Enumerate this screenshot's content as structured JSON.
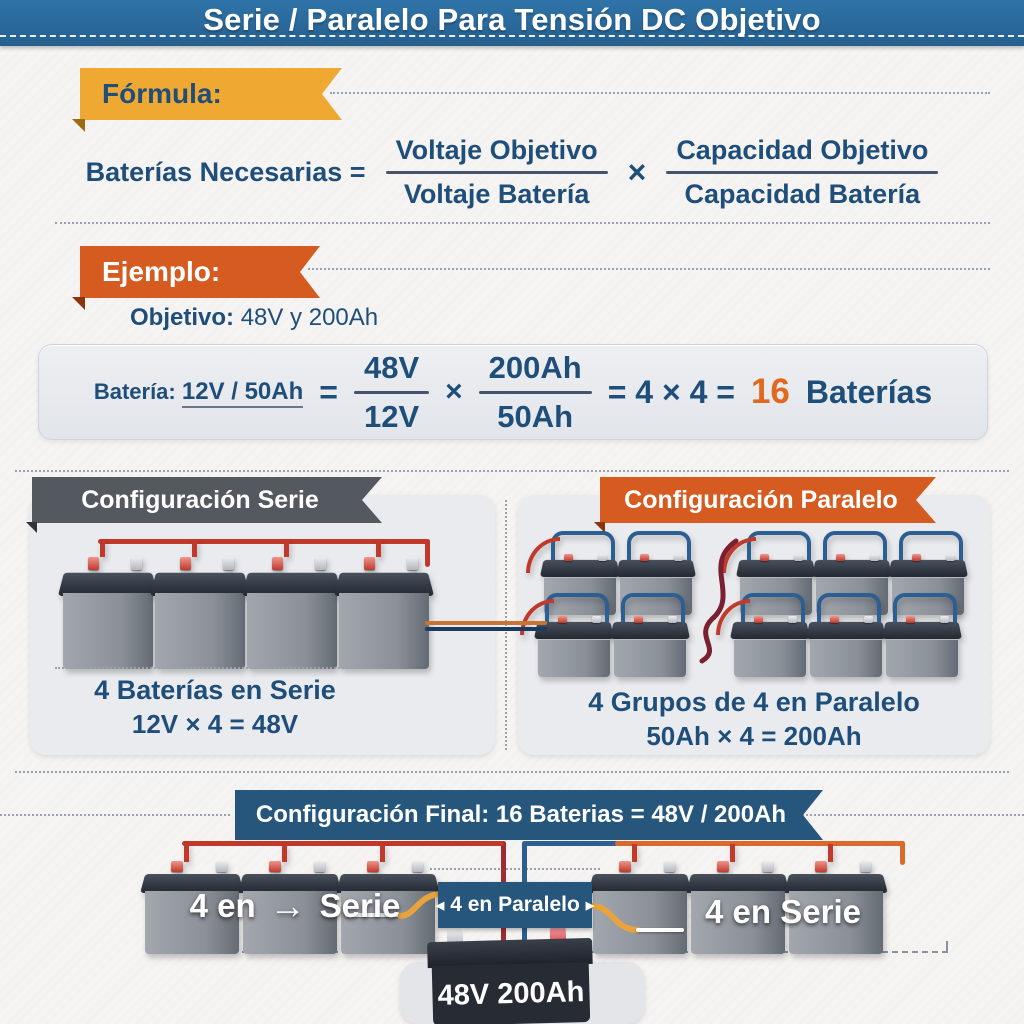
{
  "page": {
    "title": "Serie / Paralelo Para Tensión DC Objetivo"
  },
  "colors": {
    "header_blue": "#2b6ba0",
    "navy_text": "#1e4e79",
    "ribbon_yellow": "#efa832",
    "ribbon_orange": "#d65b20",
    "banner_gray": "#54585f",
    "final_banner_navy": "#27567d",
    "accent_orange": "#e2671f",
    "wire_red": "#c0392b",
    "wire_blue": "#2d5e92",
    "wire_dark_navy": "#1d3a5f",
    "wire_yellow": "#e8a33d",
    "panel_bg": "#e9ebee"
  },
  "formula": {
    "ribbon": "Fórmula:",
    "lhs": "Baterías Necesarias =",
    "frac1": {
      "num": "Voltaje Objetivo",
      "den": "Voltaje Batería"
    },
    "operator": "×",
    "frac2": {
      "num": "Capacidad Objetivo",
      "den": "Capacidad Batería"
    }
  },
  "example": {
    "ribbon": "Ejemplo:",
    "objective_label": "Objetivo:",
    "objective_value": "48V y 200Ah",
    "battery_label": "Batería:",
    "battery_value": "12V / 50Ah",
    "equals": "=",
    "frac1": {
      "num": "48V",
      "den": "12V"
    },
    "operator": "×",
    "frac2": {
      "num": "200Ah",
      "den": "50Ah"
    },
    "result_expr": "= 4 × 4 =",
    "result_count": "16",
    "result_label": "Baterías"
  },
  "series_panel": {
    "title": "Configuración Serie",
    "battery_count": 4,
    "caption": "4 Baterías en Serie",
    "equation": "12V × 4 = 48V"
  },
  "parallel_panel": {
    "title": "Configuración Paralelo",
    "groups_per_row": [
      2,
      3
    ],
    "row_count": 2,
    "caption": "4 Grupos de 4 en Paralelo",
    "equation": "50Ah × 4 = 200Ah"
  },
  "final": {
    "banner": "Configuración Final: 16 Baterias = 48V / 200Ah",
    "left_group_count": 3,
    "right_group_count": 3,
    "label_left_1": "4 en",
    "label_left_arrow": "→",
    "label_left_2": "Serie",
    "badge": "4 en Paralelo",
    "badge_arrow_left": "◀",
    "badge_arrow_right": "▶",
    "label_right": "4 en Serie",
    "battery_text": "48V 200Ah"
  }
}
